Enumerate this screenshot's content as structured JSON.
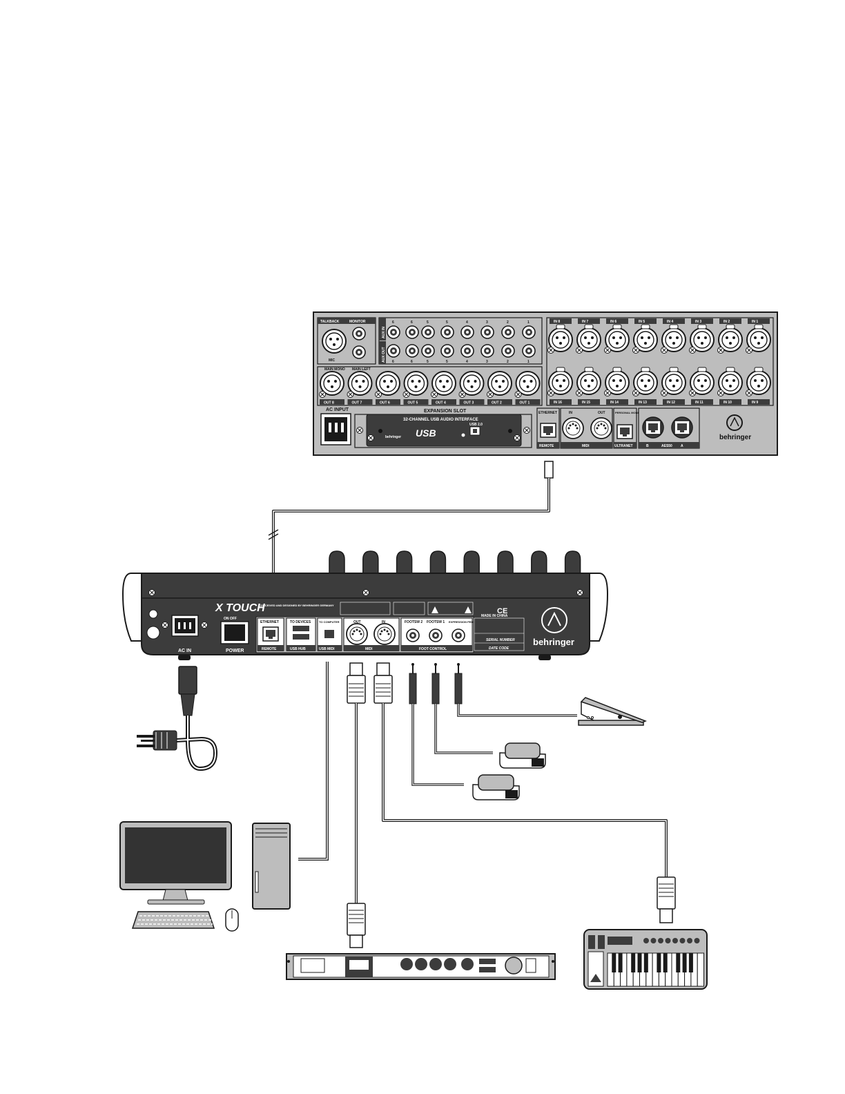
{
  "mixer": {
    "talkback": "TALKBACK",
    "monitor": "MONITOR",
    "mic": "MIC",
    "aux_in": "AUX IN",
    "aux_out": "AUX OUT",
    "main_mono": "MAIN MONO",
    "main_left": "MAIN LEFT",
    "aux_numbers": [
      "6",
      "6",
      "5",
      "5",
      "4",
      "3",
      "2",
      "1"
    ],
    "aux_out_numbers": [
      "6",
      "6",
      "5",
      "5",
      "4",
      "3",
      "2",
      "1"
    ],
    "out_labels": [
      "OUT 8",
      "OUT 7",
      "OUT 6",
      "OUT 5",
      "OUT 4",
      "OUT 3",
      "OUT 2",
      "OUT 1"
    ],
    "in_top": [
      "IN 8",
      "IN 7",
      "IN 6",
      "IN 5",
      "IN 4",
      "IN 3",
      "IN 2",
      "IN 1"
    ],
    "in_bottom": [
      "IN 16",
      "IN 15",
      "IN 14",
      "IN 13",
      "IN 12",
      "IN 11",
      "IN 10",
      "IN 9"
    ],
    "ac_input": "AC INPUT",
    "expansion_slot": "EXPANSION SLOT",
    "card_title": "32-CHANNEL USB AUDIO INTERFACE",
    "card_usb": "USB 2.0",
    "card_brand": "behringer",
    "card_logo": "USB",
    "ethernet": "ETHERNET",
    "remote": "REMOTE",
    "midi": "MIDI",
    "midi_in": "IN",
    "midi_out": "OUT",
    "personal_monitoring": "PERSONAL MONITORING",
    "ultranet": "ULTRANET",
    "aes_b": "B",
    "aes50": "AES50",
    "aes_a": "A",
    "brand": "behringer"
  },
  "controller": {
    "logo": "X TOUCH",
    "designed_by": "CONCEIVED AND DESIGNED BY BEHRINGER GERMANY",
    "ac_in": "AC IN",
    "power": "POWER",
    "on_off": "ON  OFF",
    "ethernet": "ETHERNET",
    "remote": "REMOTE",
    "to_devices": "TO DEVICES",
    "usb_hub": "USB HUB",
    "to_computer": "TO COMPUTER",
    "usb_midi": "USB MIDI",
    "midi_out": "OUT",
    "midi_in": "IN",
    "midi": "MIDI",
    "footsw2": "FOOTSW 2",
    "footsw1": "FOOTSW 1",
    "expression": "EXPRESSION PEDAL",
    "foot_control": "FOOT CONTROL",
    "made_in": "MADE IN CHINA",
    "serial": "SERIAL NUMBER",
    "date_code": "DATE CODE",
    "brand": "behringer"
  },
  "colors": {
    "panel_dark": "#3c3c3c",
    "panel_gray": "#bdbdbd",
    "screen_dark": "#333333",
    "outline": "#1a1a1a"
  }
}
